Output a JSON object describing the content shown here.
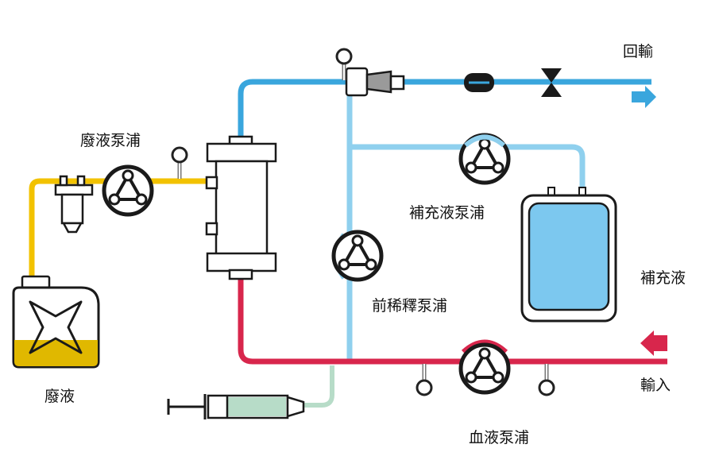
{
  "labels": {
    "return": "回輸",
    "input": "輸入",
    "waste_pump": "廢液泵浦",
    "waste": "廢液",
    "replacement_pump": "補充液泵浦",
    "replacement_fluid": "補充液",
    "predilution_pump": "前稀釋泵浦",
    "blood_pump": "血液泵浦"
  },
  "colors": {
    "return_line": "#3aa6dd",
    "replacement_line": "#8fd0ee",
    "blood_line": "#d8264c",
    "waste_line": "#f2c200",
    "syringe_line": "#b7dcc8",
    "bag_fill": "#7cc8ef",
    "waste_fill": "#e0b800"
  }
}
